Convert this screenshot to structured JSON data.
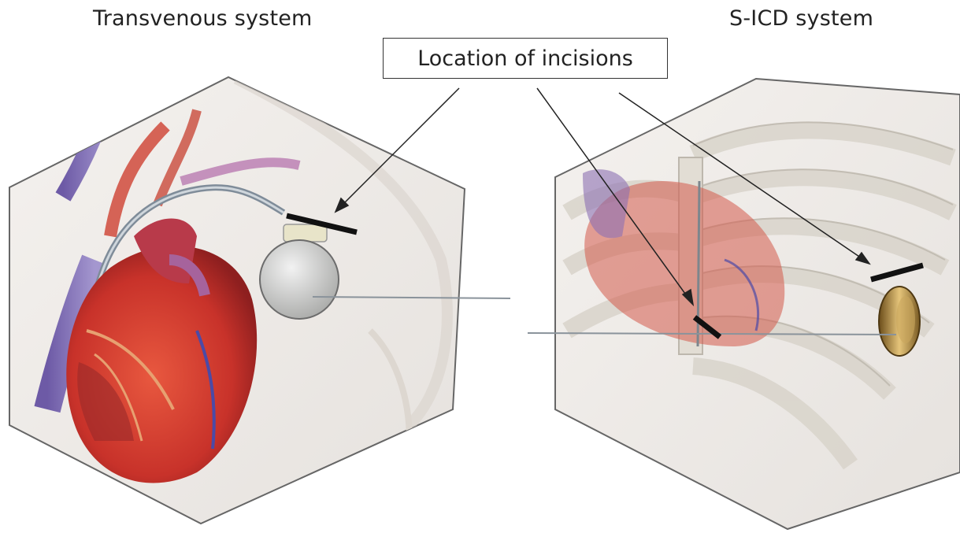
{
  "titles": {
    "left": "Transvenous system",
    "right": "S-ICD system"
  },
  "callout": {
    "label": "Location of incisions"
  }
}
